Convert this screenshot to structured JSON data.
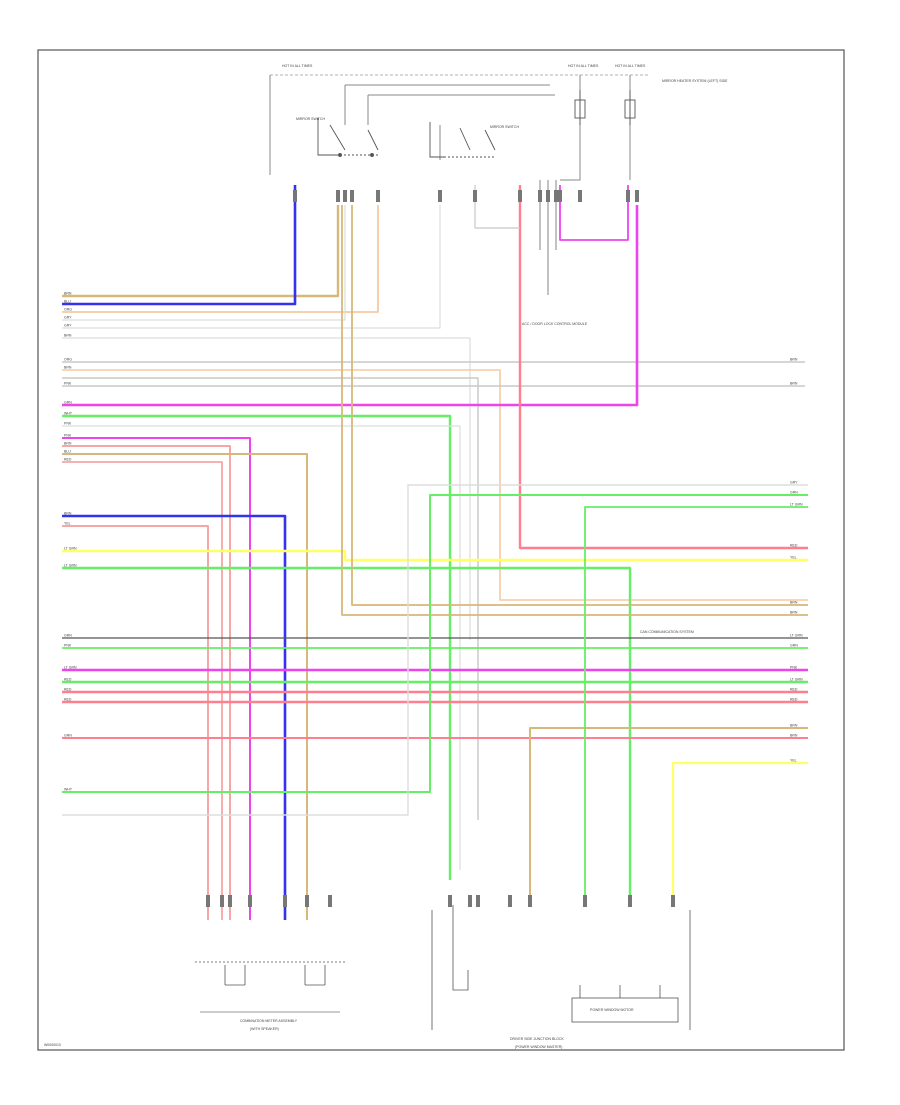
{
  "diagram_code": "W0000010",
  "wire_colors": {
    "brown_tan": "#d8b87a",
    "blue": "#3333ee",
    "orange": "#f5c9a0",
    "gray": "#c8c8c8",
    "light_gray": "#dddddd",
    "pink_light": "#f7a6a6",
    "magenta": "#ee44ee",
    "green": "#66ee66",
    "red_pink": "#ff7f8f",
    "yellow": "#ffff66",
    "black": "#555555"
  },
  "connector_top_labels": [
    "HOT IN ALL TIMES",
    "HOT IN ALL TIMES",
    "HOT IN ALL TIMES"
  ],
  "top_components": [
    "MIRROR SWITCH",
    "MIRROR SWITCH"
  ],
  "right_note": "MIRROR HEATER SYSTEM (LEFT) SIDE",
  "ground_label": "ACC / DOOR LOCK CONTROL MODULE",
  "bottom_left_title": "COMBINATION METER ASSEMBLY",
  "bottom_left_sub": "(WITH SPEAKER)",
  "bottom_right_title": "DRIVER SIDE JUNCTION BLOCK",
  "bottom_right_sub": "(POWER WINDOW MASTER)",
  "bottom_box_label": "POWER WINDOW MOTOR",
  "mid_note": "CAN COMMUNICATION SYSTEM",
  "left_wire_labels": [
    "BRN",
    "BLU",
    "ORG",
    "GRY",
    "GRY",
    "BRN",
    "ORG",
    "BRN",
    "PNK",
    "GRN",
    "WHT",
    "PNK",
    "PNK",
    "BRN",
    "BLU",
    "RED",
    "BRN",
    "YEL",
    "LT GRN",
    "LT GRN",
    "GRN",
    "PNK",
    "LT GRN",
    "RED",
    "RED",
    "RED",
    "GRN",
    "WHT"
  ],
  "right_wire_labels": [
    "BRN",
    "BRN",
    "GRY",
    "GRN",
    "LT GRN",
    "RED",
    "YEL",
    "BRN",
    "BRN",
    "LT GRN",
    "GRN",
    "PNK",
    "LT GRN",
    "RED",
    "RED",
    "BRN",
    "BRN",
    "YEL"
  ]
}
